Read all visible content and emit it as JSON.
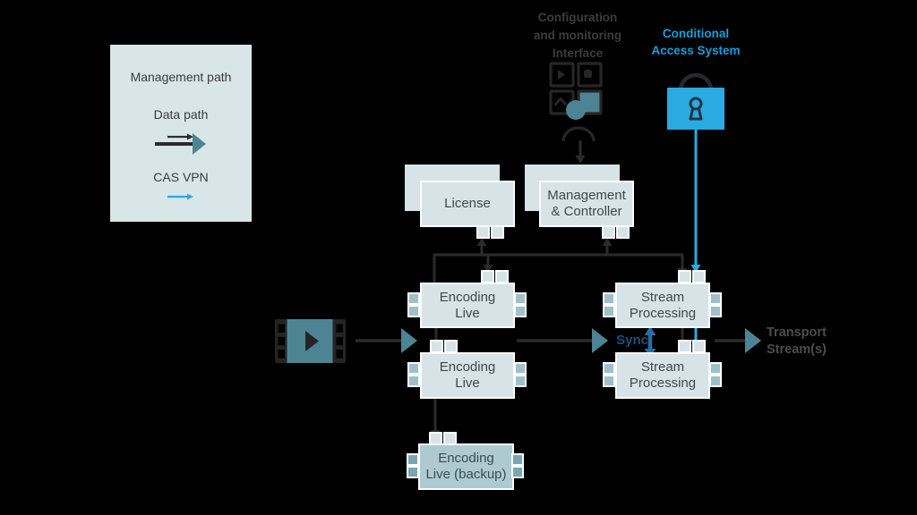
{
  "colors": {
    "box_fill": "#d7e3e7",
    "backup_fill": "#aecad1",
    "tab": "#9fc0c9",
    "tab_dark": "#7aa6b2",
    "legend_fill": "#d9e6e8",
    "line_dark": "#2b2b2b",
    "teal": "#4d8494",
    "blue": "#29abe2",
    "cas_text": "#1b9dd9",
    "navy": "#1b4f7c",
    "steel": "#2a6da0",
    "text_dark": "#3e4950"
  },
  "legend": {
    "management_path": "Management path",
    "data_path": "Data path",
    "cas_vpn": "CAS VPN"
  },
  "annotations": {
    "config_interface": "Configuration\nand monitoring\nInterface",
    "conditional_access": "Conditional\nAccess System",
    "sync": "Sync",
    "transport_streams": "Transport\nStream(s)"
  },
  "nodes": {
    "license": {
      "label": "License"
    },
    "management_controller": {
      "label": "Management\n& Controller"
    },
    "encoding_live_1": {
      "label": "Encoding\nLive"
    },
    "encoding_live_2": {
      "label": "Encoding\nLive"
    },
    "encoding_live_backup": {
      "label": "Encoding\nLive (backup)"
    },
    "stream_processing_1": {
      "label": "Stream\nProcessing"
    },
    "stream_processing_2": {
      "label": "Stream\nProcessing"
    }
  },
  "icons": {
    "film": "film-play-icon",
    "config": "monitoring-dashboard-icon",
    "lock": "padlock-icon"
  }
}
